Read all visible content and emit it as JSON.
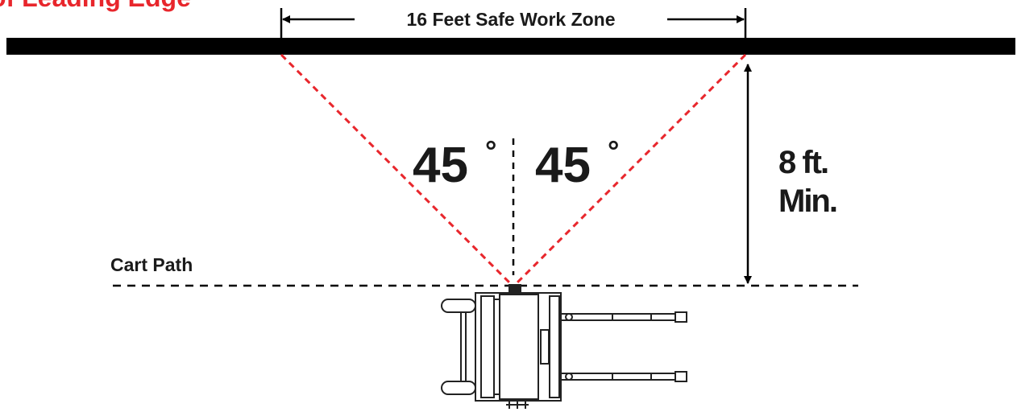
{
  "title": "of Leading Edge",
  "zone_label": "16 Feet Safe Work Zone",
  "angle_left": "45",
  "angle_right": "45",
  "degree_symbol": "°",
  "height_line1": "8 ft.",
  "height_line2": "Min.",
  "cart_path_label": "Cart Path",
  "colors": {
    "title": "#e8262c",
    "sight_lines": "#e8262c",
    "edge_bar": "#000000",
    "text": "#1a1a1a"
  }
}
